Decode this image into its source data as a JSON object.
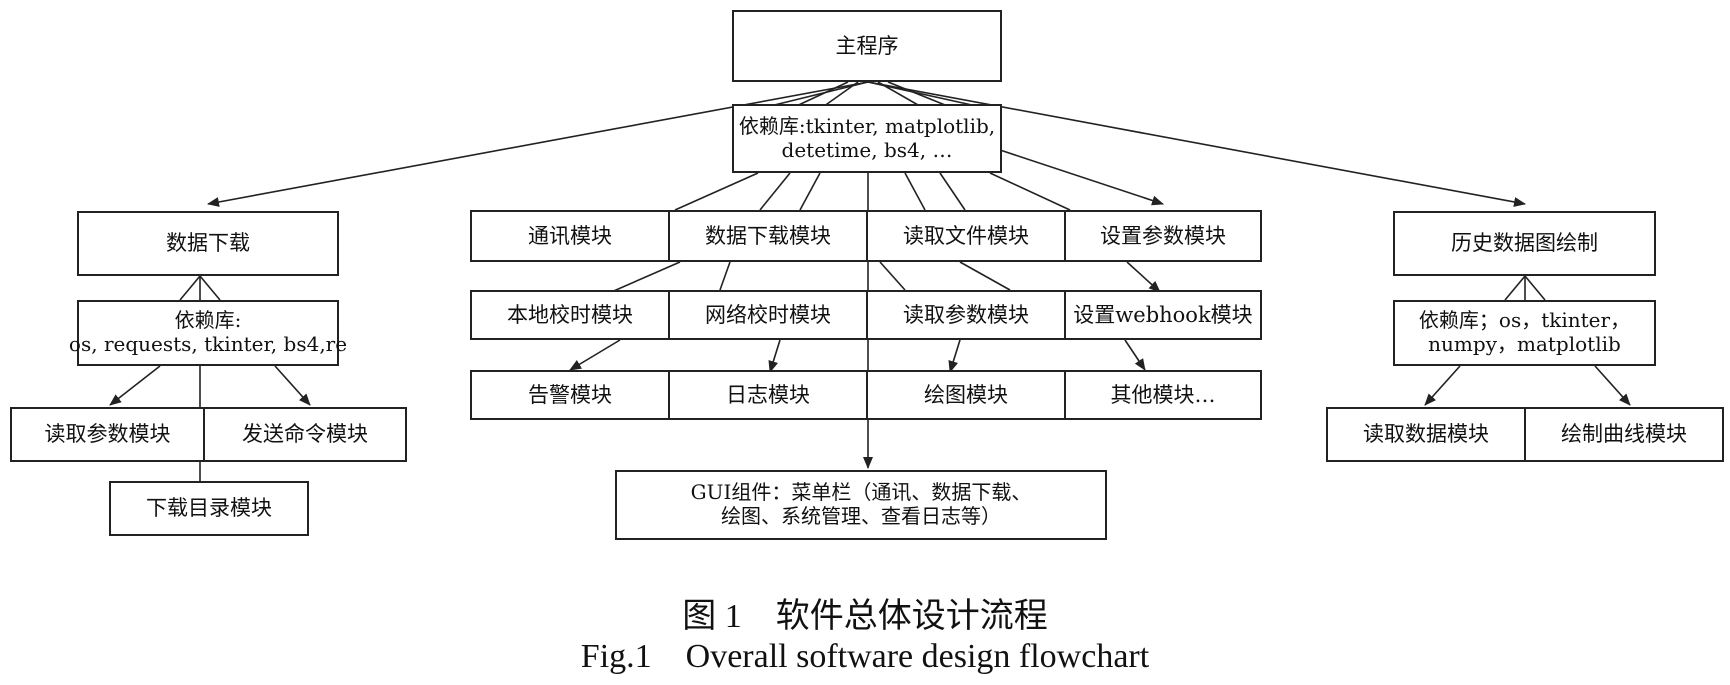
{
  "main": {
    "title": "主程序",
    "deps_line1": "依赖库:tkinter, matplotlib,",
    "deps_line2": "detetime, bs4, …"
  },
  "left": {
    "title": "数据下载",
    "deps_line1": "依赖库:",
    "deps_line2": "os, requests, tkinter, bs4,re",
    "modules": [
      "读取参数模块",
      "发送命令模块"
    ],
    "dir_module": "下载目录模块"
  },
  "center": {
    "row1": [
      "通讯模块",
      "数据下载模块",
      "读取文件模块",
      "设置参数模块"
    ],
    "row2": [
      "本地校时模块",
      "网络校时模块",
      "读取参数模块",
      "设置webhook模块"
    ],
    "row3": [
      "告警模块",
      "日志模块",
      "绘图模块",
      "其他模块…"
    ],
    "gui_line1": "GUI组件：菜单栏（通讯、数据下载、",
    "gui_line2": "绘图、系统管理、查看日志等）"
  },
  "right": {
    "title": "历史数据图绘制",
    "deps_line1": "依赖库；os，tkinter，",
    "deps_line2": "numpy，matplotlib",
    "modules": [
      "读取数据模块",
      "绘制曲线模块"
    ]
  },
  "caption": {
    "zh_fig": "图 1",
    "zh_text": "软件总体设计流程",
    "en_fig": "Fig.1",
    "en_text": "Overall software design flowchart"
  }
}
